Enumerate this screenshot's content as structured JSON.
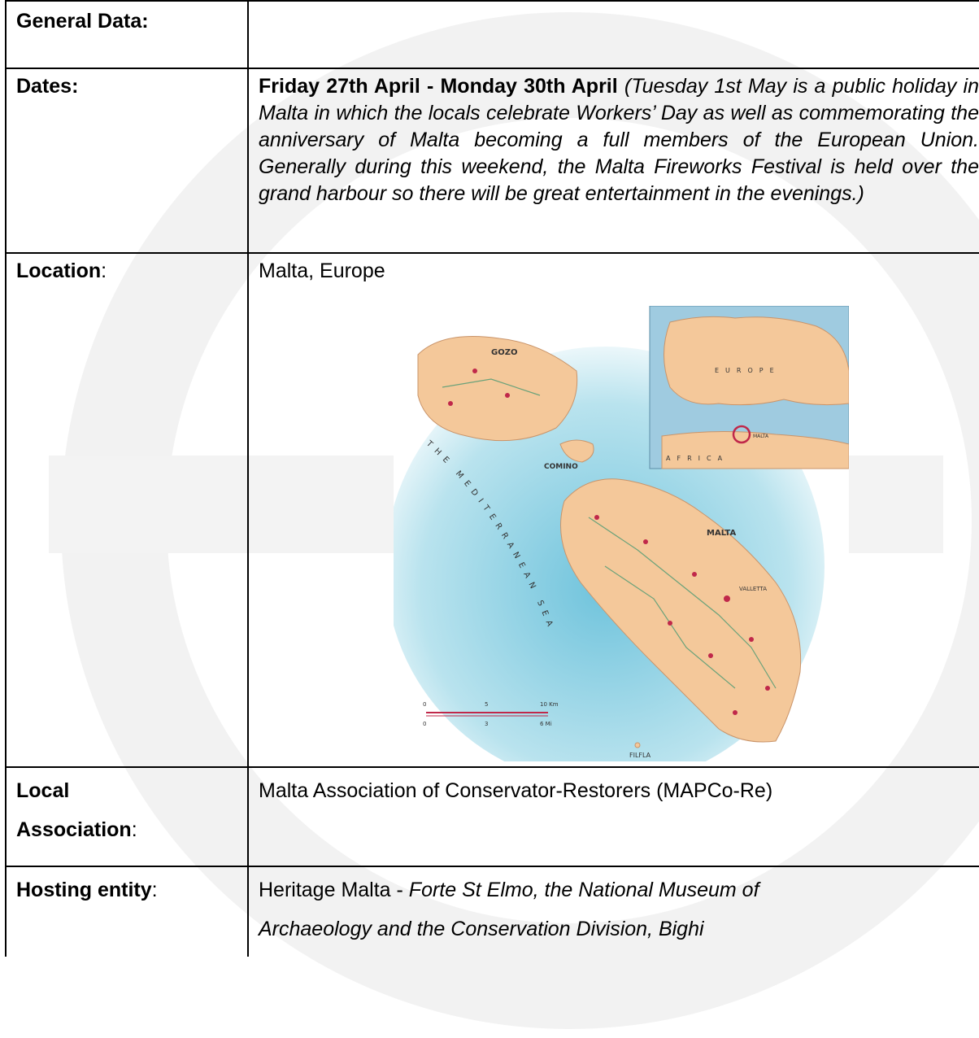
{
  "general": {
    "label": "General Data:"
  },
  "dates": {
    "label": "Dates:",
    "bold": "Friday 27th April - Monday 30th April",
    "italic": "(Tuesday 1st May is a public holiday in Malta in which the locals celebrate Workers’ Day as well as commemorating the anniversary of Malta becoming a full members of the European Union. Generally during this weekend, the Malta Fireworks Festival is held over the grand harbour so there will be great entertainment in the evenings.)"
  },
  "location": {
    "label": "Location",
    "colon": ":",
    "value": "Malta, Europe",
    "map": {
      "islands": {
        "gozo": "GOZO",
        "comino": "COMINO",
        "malta": "MALTA",
        "filfla": "FILFLA"
      },
      "sea": "THE MEDITERRANEAN SEA",
      "capital": "VALLETTA",
      "inset": {
        "region": "EUROPE",
        "continent": "AFRICA",
        "marker": "MALTA"
      },
      "scale": {
        "km_labels": [
          "0",
          "5",
          "10 Km"
        ],
        "mi_labels": [
          "0",
          "3",
          "6 Mi"
        ]
      }
    }
  },
  "local": {
    "label_line1": "Local",
    "label_line2": "Association",
    "colon": ":",
    "value": "Malta Association of Conservator-Restorers (MAPCo-Re)"
  },
  "hosting": {
    "label": "Hosting entity",
    "colon": ":",
    "value_plain": "Heritage Malta - ",
    "value_italic_line1": "Forte St Elmo, the National Museum of",
    "value_italic_line2": "Archaeology and the Conservation Division, Bighi"
  },
  "colors": {
    "sea": "#9fd6e6",
    "land": "#f4c89a",
    "marker": "#c0284a",
    "watermark": "#f1f1f1"
  }
}
